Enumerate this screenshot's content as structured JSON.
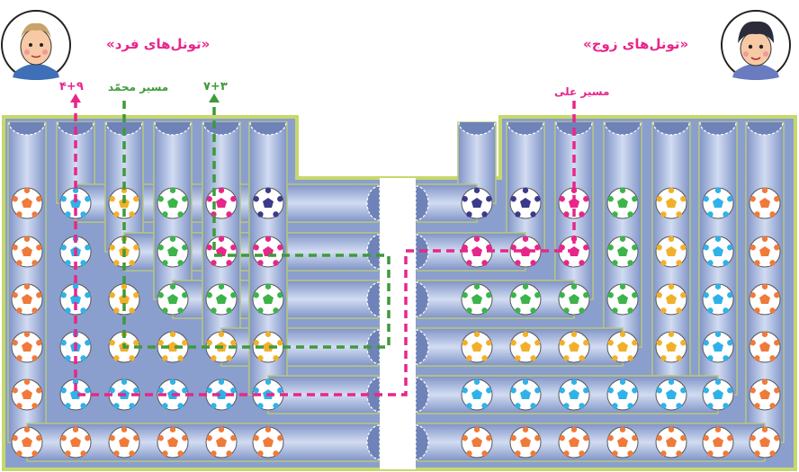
{
  "titles": {
    "left": "«تونل‌های فرد»",
    "right": "«تونل‌های زوج»"
  },
  "labels": {
    "sum_left": "۴+۹",
    "path_mohammad": "مسیر محمّد",
    "sum_middle": "۷+۳",
    "path_ali": "مسیر علی"
  },
  "colors": {
    "path_magenta": "#e8268a",
    "path_green": "#3e9a3a",
    "board_frame": "#c7d86a",
    "tunnel_blue": "#9fb2dc",
    "ball_orange": "#f07a3a",
    "ball_cyan": "#2fb2e8",
    "ball_yellow": "#f2b02a",
    "ball_green": "#3cb44a",
    "ball_pink": "#e8268a",
    "ball_navy": "#3c3a8c"
  },
  "icons": {
    "left_character": "boy-face-icon",
    "right_character": "boy-face-icon",
    "ball": "soccer-ball-icon"
  }
}
